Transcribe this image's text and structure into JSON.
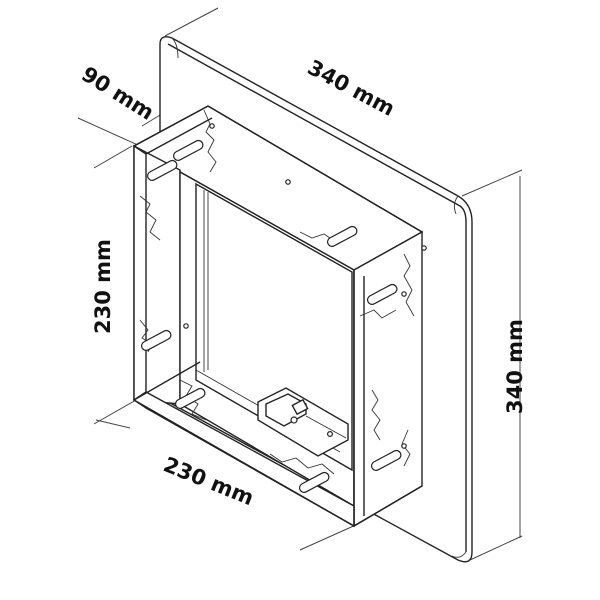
{
  "diagram": {
    "dimensions": {
      "depth": "90 mm",
      "frame_width": "340 mm",
      "frame_height": "340 mm",
      "box_height": "230 mm",
      "box_width": "230 mm"
    },
    "colors": {
      "line": "#222222",
      "background": "#ffffff"
    }
  }
}
